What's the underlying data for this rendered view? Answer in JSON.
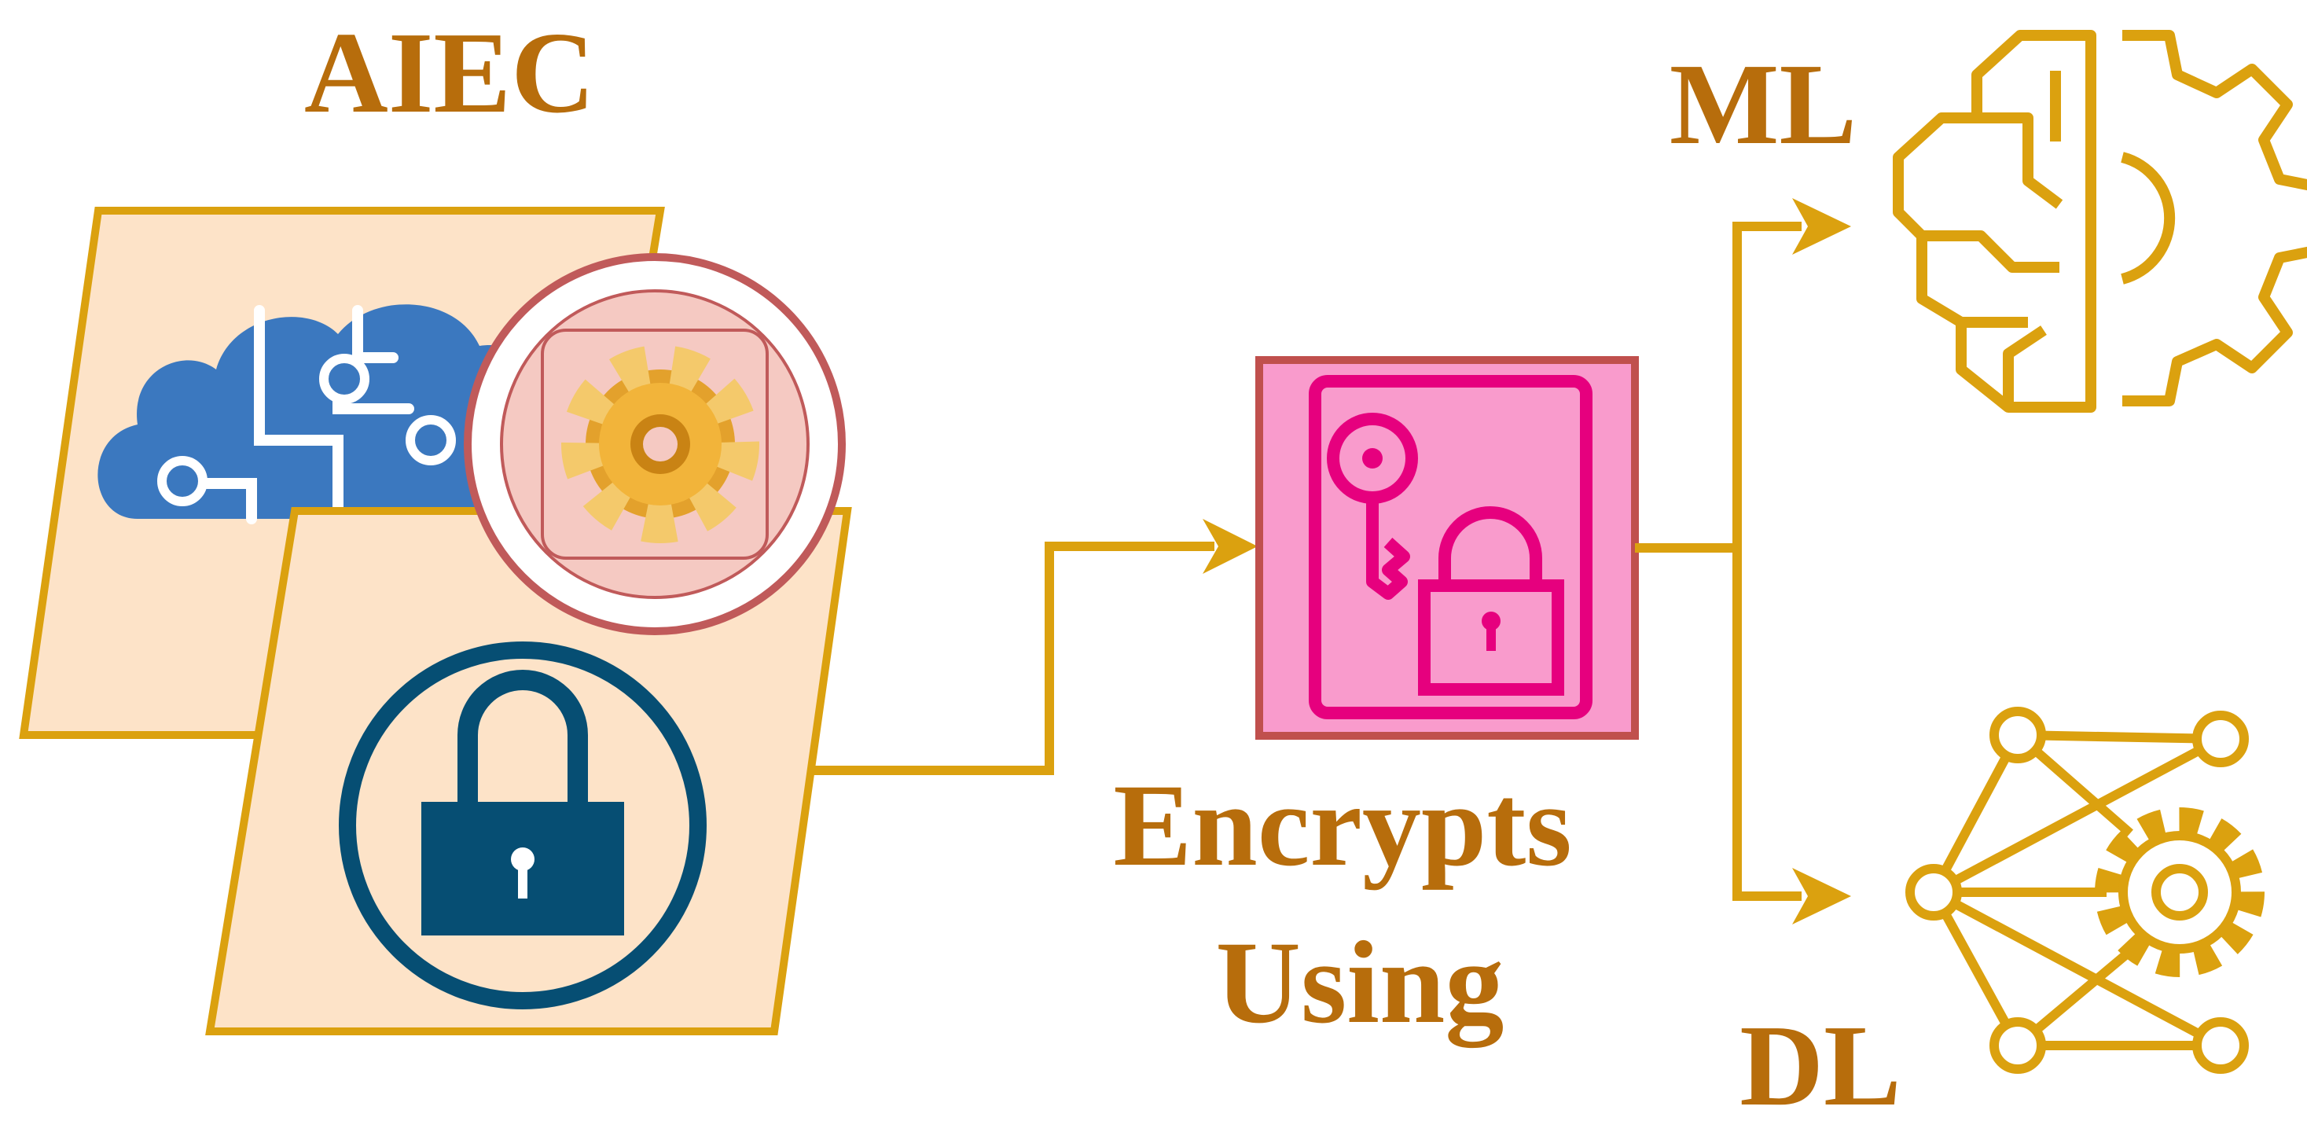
{
  "labels": {
    "aiec": "AIEC",
    "encrypts_line1": "Encrypts",
    "encrypts_line2": "Using",
    "ml": "ML",
    "dl": "DL"
  },
  "icons": {
    "cloud": "cloud-circuit-icon",
    "gear": "gear-icon",
    "lock": "padlock-icon",
    "key_lock": "key-lock-document-icon",
    "ml": "brain-gear-icon",
    "dl": "neural-network-gear-icon"
  },
  "colors": {
    "label": "#b76d0c",
    "arrow": "#dba10f",
    "panel_fill": "#fde3c8",
    "panel_stroke": "#dba10f",
    "cloud": "#3b78bf",
    "lock": "#064e73",
    "gear_ring": "#c05a5a",
    "gear_fill": "#f5c9c2",
    "key_box": "#f99bcc",
    "key_box_border": "#c0504d",
    "key_icon": "#e6007e",
    "ml_dl_icon": "#dba10f"
  }
}
